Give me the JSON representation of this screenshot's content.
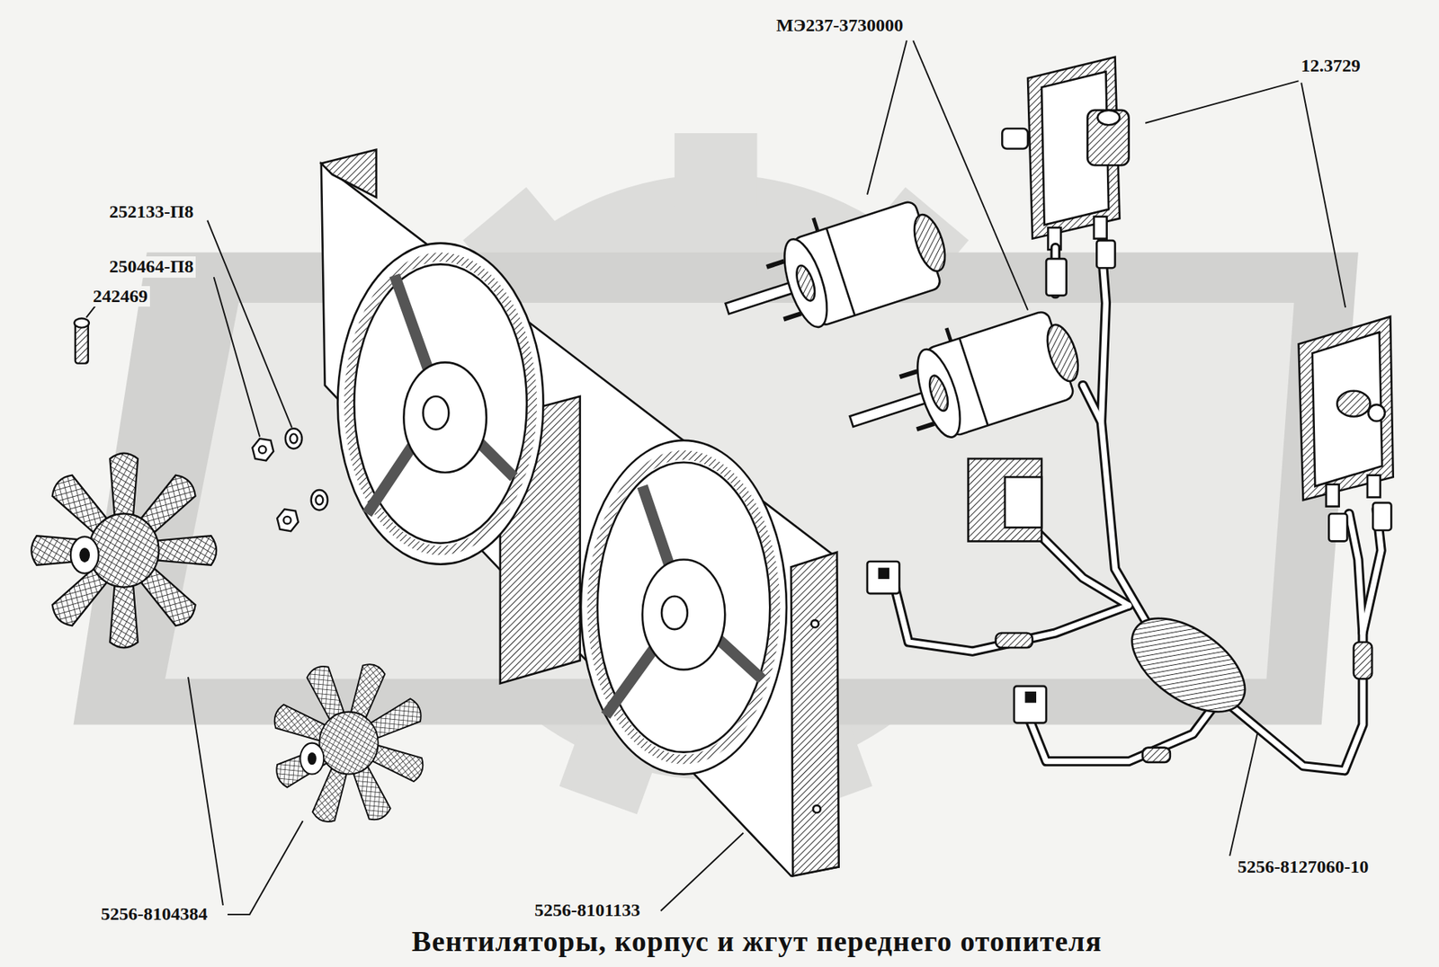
{
  "diagram": {
    "title": "Вентиляторы, корпус и жгут переднего отопителя",
    "labels": [
      "МЭ237-3730000",
      "12.3729",
      "252133-П8",
      "250464-П8",
      "242469",
      "5256-8104384",
      "5256-8101133",
      "5256-8127060-10"
    ]
  }
}
